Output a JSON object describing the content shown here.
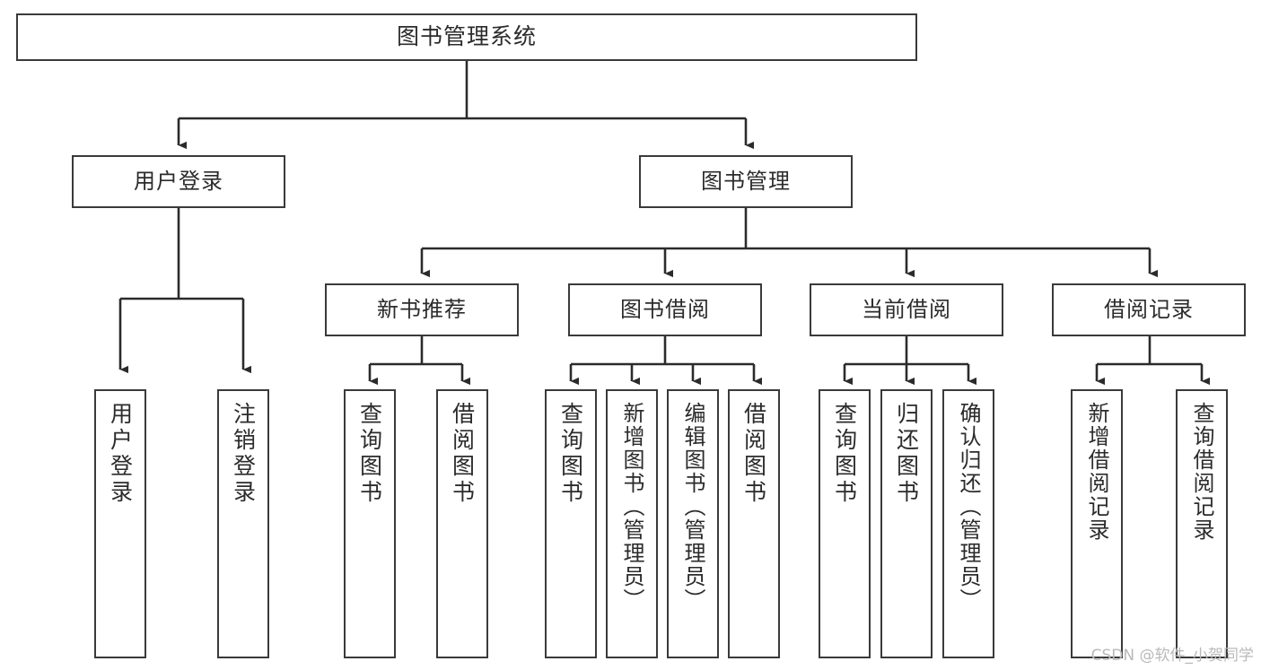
{
  "diagram": {
    "title": "图书管理系统",
    "type": "tree",
    "orientation": "top-down",
    "colors": {
      "node_border": "#3a3a3a",
      "node_fill": "#ffffff",
      "edge": "#2b2b2b",
      "text": "#2b2b2b",
      "watermark": "#b9b9b9",
      "background": "#ffffff"
    },
    "watermark": "CSDN @软件_小贺同学"
  },
  "nodes": {
    "root": {
      "label": "图书管理系统"
    },
    "level2": [
      {
        "id": "user-login",
        "label": "用户登录"
      },
      {
        "id": "book-management",
        "label": "图书管理"
      }
    ],
    "level3": [
      {
        "id": "new-book-recommend",
        "label": "新书推荐"
      },
      {
        "id": "book-borrow",
        "label": "图书借阅"
      },
      {
        "id": "current-borrow",
        "label": "当前借阅"
      },
      {
        "id": "borrow-record",
        "label": "借阅记录"
      }
    ],
    "leaves": {
      "user_login": [
        {
          "id": "leaf-user-login",
          "label": "用户登录"
        },
        {
          "id": "leaf-logout-login",
          "label": "注销登录"
        }
      ],
      "new_book_recommend": [
        {
          "id": "leaf-query-book-1",
          "label": "查询图书"
        },
        {
          "id": "leaf-borrow-book-1",
          "label": "借阅图书"
        }
      ],
      "book_borrow": [
        {
          "id": "leaf-query-book-2",
          "label": "查询图书"
        },
        {
          "id": "leaf-add-book",
          "label": "新增图书（管理员）"
        },
        {
          "id": "leaf-edit-book",
          "label": "编辑图书（管理员）"
        },
        {
          "id": "leaf-borrow-book-2",
          "label": "借阅图书"
        }
      ],
      "current_borrow": [
        {
          "id": "leaf-query-book-3",
          "label": "查询图书"
        },
        {
          "id": "leaf-return-book",
          "label": "归还图书"
        },
        {
          "id": "leaf-confirm-return",
          "label": "确认归还（管理员）"
        }
      ],
      "borrow_record": [
        {
          "id": "leaf-add-record",
          "label": "新增借阅记录"
        },
        {
          "id": "leaf-query-record",
          "label": "查询借阅记录"
        }
      ]
    }
  }
}
